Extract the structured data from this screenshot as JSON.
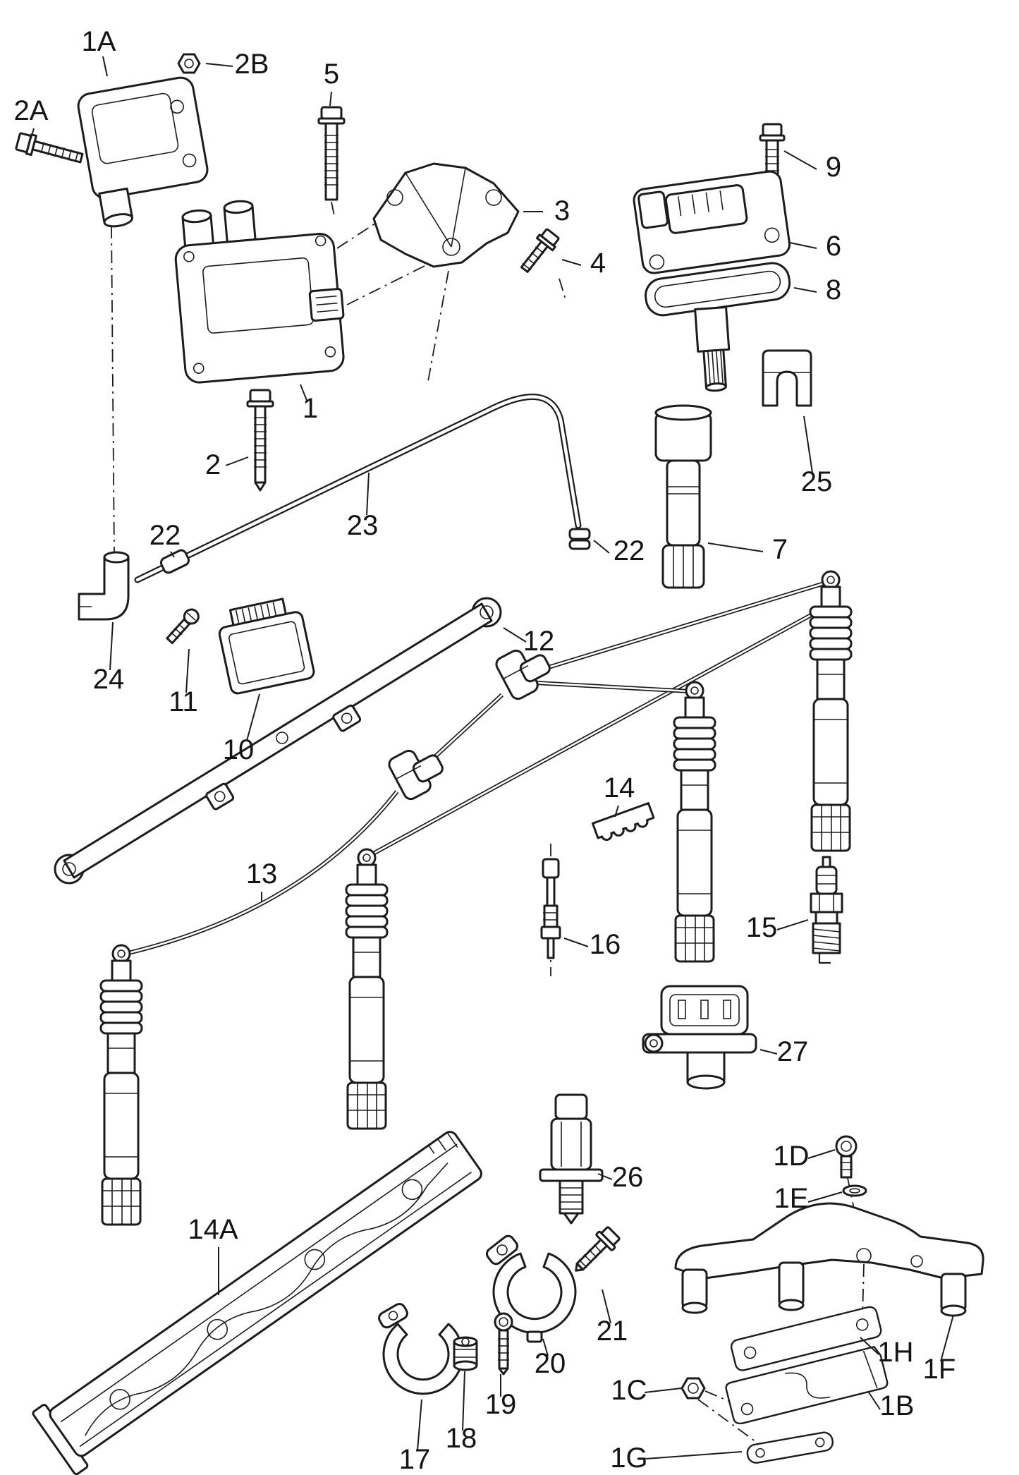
{
  "diagram": {
    "colors": {
      "background": "#ffffff",
      "line": "#1c1c1c",
      "label": "#141414"
    },
    "callouts": {
      "c1": "1",
      "c1A": "1A",
      "c1B": "1B",
      "c1C": "1C",
      "c1D": "1D",
      "c1E": "1E",
      "c1F": "1F",
      "c1G": "1G",
      "c1H": "1H",
      "c2": "2",
      "c2A": "2A",
      "c2B": "2B",
      "c3": "3",
      "c4": "4",
      "c5": "5",
      "c6": "6",
      "c7": "7",
      "c8": "8",
      "c9": "9",
      "c10": "10",
      "c11": "11",
      "c12": "12",
      "c13": "13",
      "c14": "14",
      "c14A": "14A",
      "c15": "15",
      "c16": "16",
      "c17": "17",
      "c18": "18",
      "c19": "19",
      "c20": "20",
      "c21": "21",
      "c22": "22",
      "c23": "23",
      "c24": "24",
      "c25": "25",
      "c26": "26",
      "c27": "27"
    }
  }
}
